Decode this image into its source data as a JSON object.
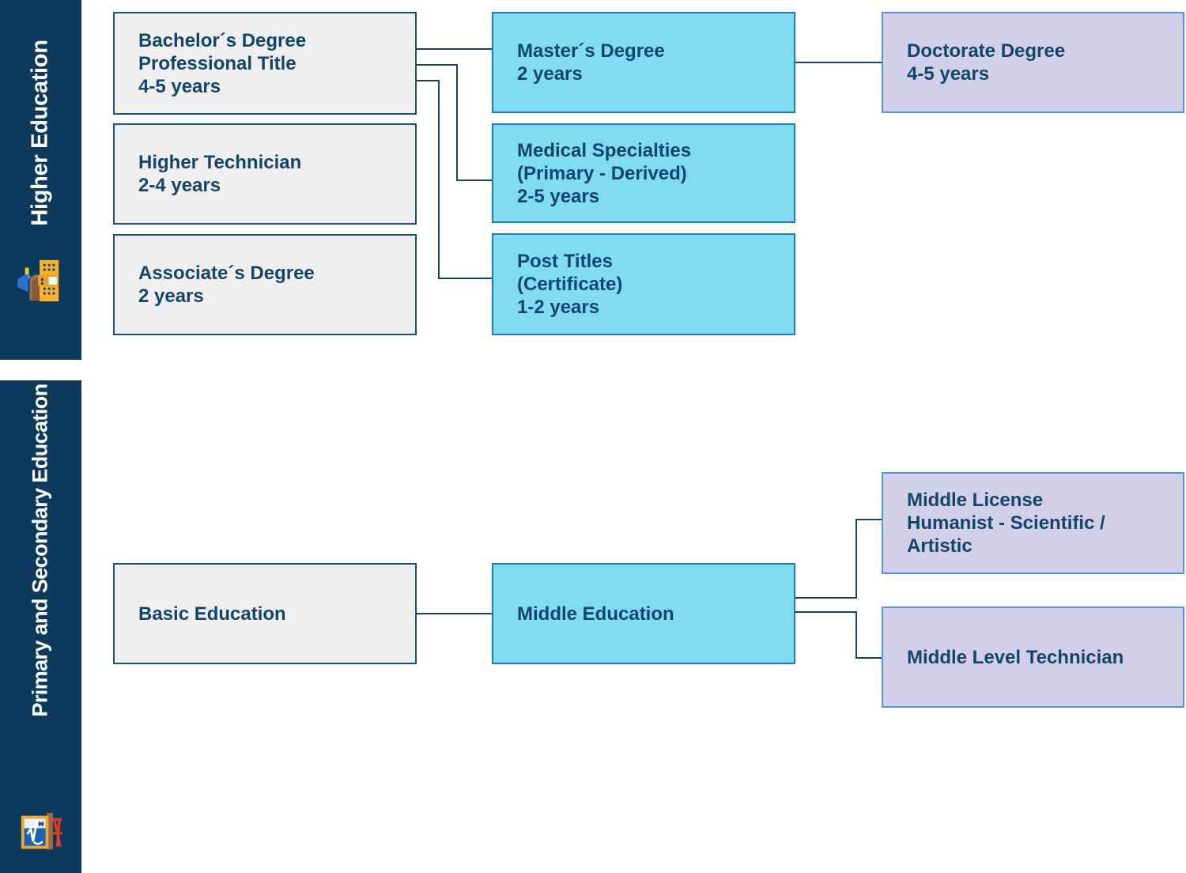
{
  "colors": {
    "sidebar_bg": "#0d3a5c",
    "sidebar_text": "#ffffff",
    "connector": "#15416b",
    "node_text": "#11466c",
    "gray_fill": "#efefef",
    "gray_border": "#175273",
    "cyan_fill": "#7fdcf2",
    "cyan_border": "#1d7ac0",
    "purple_fill": "#d2cfe8",
    "purple_border": "#4f93ea"
  },
  "sidebars": {
    "higher": {
      "label": "Higher Education",
      "icon": "university-icon"
    },
    "primary_secondary": {
      "label": "Primary and Secondary Education",
      "icon": "math-board-icon"
    }
  },
  "nodes": {
    "bachelor": {
      "lines": [
        "Bachelor´s Degree",
        "Professional Title",
        "4-5 years"
      ]
    },
    "higher_technician": {
      "lines": [
        "Higher Technician",
        "2-4 years"
      ]
    },
    "associate": {
      "lines": [
        "Associate´s Degree",
        "2 years"
      ]
    },
    "master": {
      "lines": [
        "Master´s Degree",
        "2 years"
      ]
    },
    "medical_specialties": {
      "lines": [
        "Medical Specialties",
        "(Primary - Derived)",
        "2-5 years"
      ]
    },
    "post_titles": {
      "lines": [
        "Post Titles",
        "(Certificate)",
        "1-2 years"
      ]
    },
    "doctorate": {
      "lines": [
        "Doctorate Degree",
        "4-5 years"
      ]
    },
    "basic_education": {
      "lines": [
        "Basic Education"
      ]
    },
    "middle_education": {
      "lines": [
        "Middle Education"
      ]
    },
    "middle_license": {
      "lines": [
        "Middle License",
        "Humanist - Scientific /",
        "Artistic"
      ]
    },
    "middle_level_technician": {
      "lines": [
        "Middle Level Technician"
      ]
    }
  }
}
